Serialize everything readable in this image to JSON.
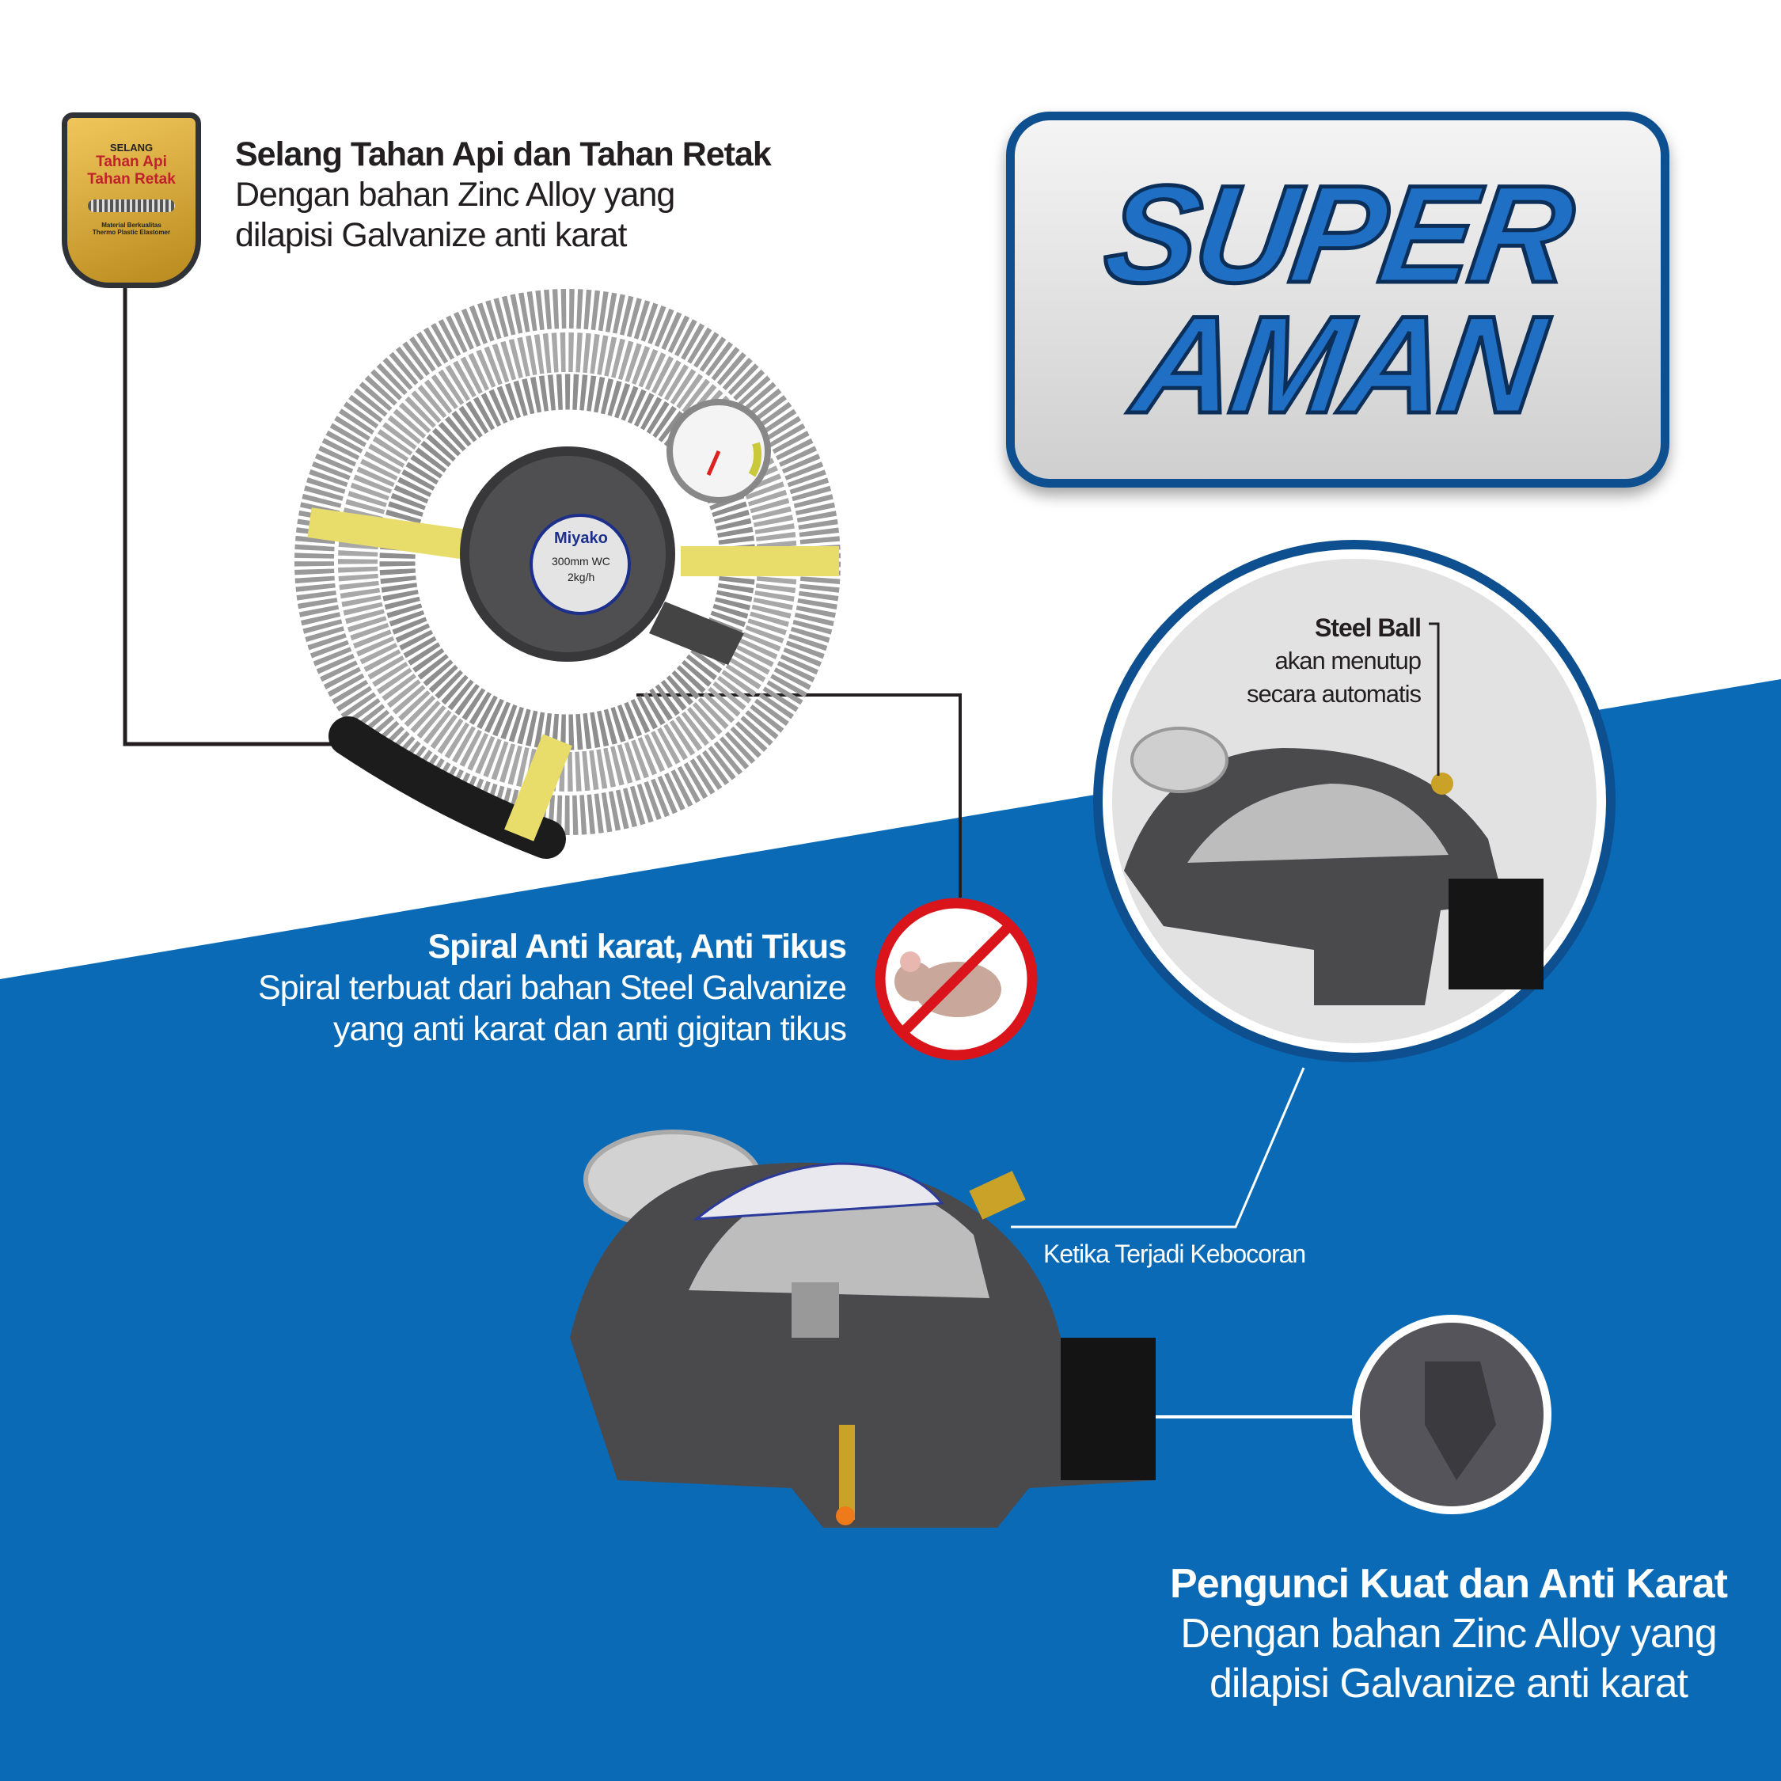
{
  "badge": {
    "top": "SELANG",
    "title1": "Tahan Api",
    "title2": "Tahan Retak",
    "foot1": "Material Berkualitas",
    "foot2": "Thermo Plastic Elastomer"
  },
  "hose": {
    "title": "Selang Tahan Api dan Tahan Retak",
    "line1": "Dengan bahan Zinc Alloy yang",
    "line2": "dilapisi Galvanize anti karat"
  },
  "hero": {
    "line1": "SUPER",
    "line2": "AMAN"
  },
  "regulator_label": {
    "brand": "Miyako",
    "pressure": "300mm WC",
    "flow": "2kg/h"
  },
  "spiral": {
    "title": "Spiral Anti karat, Anti Tikus",
    "line1": "Spiral terbuat dari bahan Steel Galvanize",
    "line2": "yang anti karat dan anti gigitan tikus"
  },
  "steel_ball": {
    "title": "Steel Ball",
    "line1": "akan menutup",
    "line2": "secara automatis"
  },
  "leak": {
    "label": "Ketika Terjadi Kebocoran"
  },
  "lock": {
    "title": "Pengunci Kuat dan Anti Karat",
    "line1": "Dengan bahan Zinc Alloy yang",
    "line2": "dilapisi Galvanize anti karat"
  },
  "colors": {
    "blue": "#0a6ab6",
    "dark_blue": "#0d4f8f",
    "hero_blue": "#1f6fc4"
  }
}
